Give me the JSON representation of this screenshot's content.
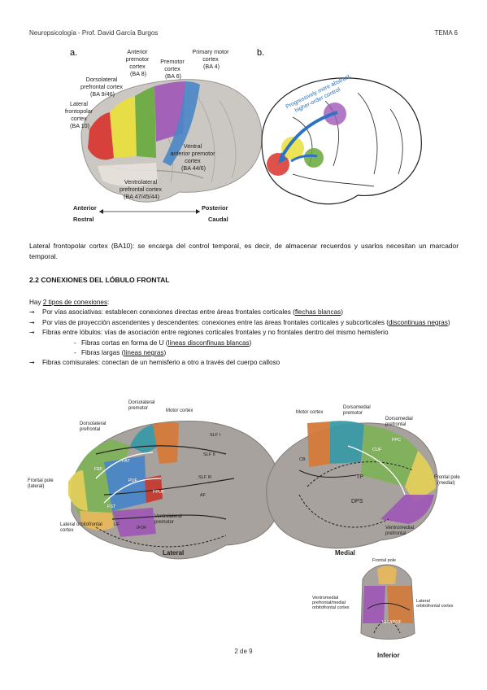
{
  "header": {
    "left": "Neuropsicología - Prof. David García Burgos",
    "right": "TEMA 6"
  },
  "figure_top": {
    "panel_a": "a.",
    "panel_b": "b.",
    "labels": {
      "anterior_premotor": [
        "Anterior",
        "premotor",
        "cortex",
        "(BA 8)"
      ],
      "premotor": [
        "Premotor",
        "cortex",
        "(BA 6)"
      ],
      "primary_motor": [
        "Primary motor",
        "cortex",
        "(BA 4)"
      ],
      "dlpfc": [
        "Dorsolateral",
        "prefrontal cortex",
        "(BA 9/46)"
      ],
      "lateral_frontopolar": [
        "Lateral",
        "frontopolar",
        "cortex",
        "(BA 10)"
      ],
      "ventral_premotor": [
        "Ventral",
        "anterior premotor",
        "cortex",
        "(BA 44/6)"
      ],
      "vlpfc": [
        "Ventrolateral",
        "prefrontal cortex",
        "(BA 47/45/44)"
      ],
      "anterior": "Anterior",
      "posterior": "Posterior",
      "rostral": "Rostral",
      "caudal": "Caudal",
      "gradient": [
        "Progressively more abstract,",
        "higher-order control"
      ]
    }
  },
  "caption": "Lateral frontopolar cortex (BA10): se encarga del control temporal, es decir, de almacenar recuerdos y usarlos necesitan un marcador temporal.",
  "section_title": "2.2 CONEXIONES DEL LÓBULO FRONTAL",
  "body": {
    "intro_prefix": "Hay ",
    "intro_link": "2 tipos de conexiones",
    "intro_suffix": ":",
    "b1_text": "Por vías asociativas: establecen conexiones directas entre áreas frontales corticales (",
    "b1_link": "flechas blancas",
    "b1_end": ")",
    "b2_text": "Por vías de proyección ascendentes y descendentes: conexiones entre las áreas frontales corticales y subcorticales (",
    "b2_link": "discontinuas negras",
    "b2_end": ")",
    "b3_text": "Fibras entre lóbulos: vías de asociación entre regiones corticales frontales y no frontales dentro del mismo hemisferio",
    "s1_text": "Fibras cortas en forma de U (",
    "s1_link": "líneas disconfinuas blancas",
    "s1_end": ")",
    "s2_text": "Fibras largas (",
    "s2_link": "líneas negras",
    "s2_end": ")",
    "b4_text": "Fibras comisurales: conectan de un hemisferio a otro a través del cuerpo calloso"
  },
  "figure_bottom": {
    "lateral": {
      "dorsolateral_premotor": [
        "Dorsolateral",
        "premotor"
      ],
      "motor_cortex": "Motor cortex",
      "dorsolateral_prefrontal": [
        "Dorsolateral",
        "prefrontal"
      ],
      "frontal_pole": [
        "Frontal pole",
        "(lateral)"
      ],
      "ventrolateral_premotor": [
        "Ventrolateral",
        "premotor"
      ],
      "lateral_orbitofrontal": [
        "Lateral orbitofrontal",
        "cortex"
      ],
      "view": "Lateral",
      "tags": [
        "FEF",
        "SLF I",
        "FAT",
        "SLF II",
        "PUF",
        "SLF III",
        "FPUF",
        "UF",
        "IFOF",
        "AF",
        "FST"
      ]
    },
    "medial": {
      "motor_cortex": "Motor cortex",
      "dorsomedial_premotor": [
        "Dorsomedial",
        "premotor"
      ],
      "dorsomedial_prefrontal": [
        "Dorsomedial",
        "prefrontal"
      ],
      "frontal_pole": [
        "Frontal pole",
        "(medial)"
      ],
      "ventromedial_prefrontal": [
        "Ventromedial",
        "prefrontal"
      ],
      "view": "Medial",
      "tags": [
        "CB",
        "TP",
        "DPS",
        "FPC",
        "CUF"
      ]
    },
    "inferior": {
      "frontal_pole": "Frontal pole",
      "ventromedial": [
        "Ventromedial",
        "prefrontal/medial",
        "orbitofrontal cortex"
      ],
      "lateral_orbitofrontal": [
        "Lateral",
        "orbitofrontal cortex"
      ],
      "view": "Inferior",
      "tags": [
        "UF/APOF"
      ]
    }
  },
  "footer": "2 de 9",
  "colors": {
    "red": "#d8322c",
    "yellow": "#e9df3a",
    "green": "#66a83a",
    "purple": "#9f57b6",
    "blue": "#4a86c8",
    "orange": "#d47a3a",
    "teal": "#3a9aa6"
  }
}
